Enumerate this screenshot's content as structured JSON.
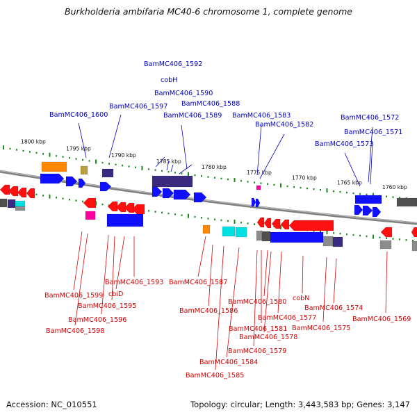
{
  "title": "Burkholderia ambifaria MC40-6 chromosome 1, complete genome",
  "footer": {
    "accession": "Accession: NC_010551",
    "summary": "Topology: circular; Length: 3,443,583 bp; Genes: 3,147"
  },
  "colors": {
    "top_label": "#0000c0",
    "bottom_label": "#d40000",
    "backbone": "#7f7f7f",
    "ticks": "#1a8a1a",
    "gene_blue": "#1010ff",
    "gene_red": "#ff1010",
    "gene_orange": "#ff8800",
    "gene_cyan": "#00e0e0",
    "gene_magenta": "#ff00a0",
    "gene_olive": "#b8a040",
    "gene_grey": "#8c8c8c",
    "gene_darkgrey": "#505050",
    "gene_navy": "#3a2a80"
  },
  "kbp_marks": [
    "1800 kbp",
    "1795 kbp",
    "1790 kbp",
    "1785 kbp",
    "1780 kbp",
    "1775 kbp",
    "1770 kbp",
    "1765 kbp",
    "1760 kbp"
  ],
  "top_labels": [
    "BamMC406_1592",
    "cobH",
    "BamMC406_1590",
    "BamMC406_1588",
    "BamMC406_1597",
    "BamMC406_1600",
    "BamMC406_1589",
    "BamMC406_1583",
    "BamMC406_1582",
    "BamMC406_1572",
    "BamMC406_1571",
    "BamMC406_1573"
  ],
  "bottom_labels": [
    "BamMC406_1593",
    "BamMC406_1587",
    "BamMC406_1599",
    "cbiD",
    "BamMC406_1595",
    "BamMC406_1596",
    "BamMC406_1598",
    "BamMC406_1586",
    "BamMC406_1580",
    "cobN",
    "BamMC406_1574",
    "BamMC406_1577",
    "BamMC406_1569",
    "BamMC406_1581",
    "BamMC406_1575",
    "BamMC406_1578",
    "BamMC406_1579",
    "BamMC406_1584",
    "BamMC406_1585"
  ]
}
